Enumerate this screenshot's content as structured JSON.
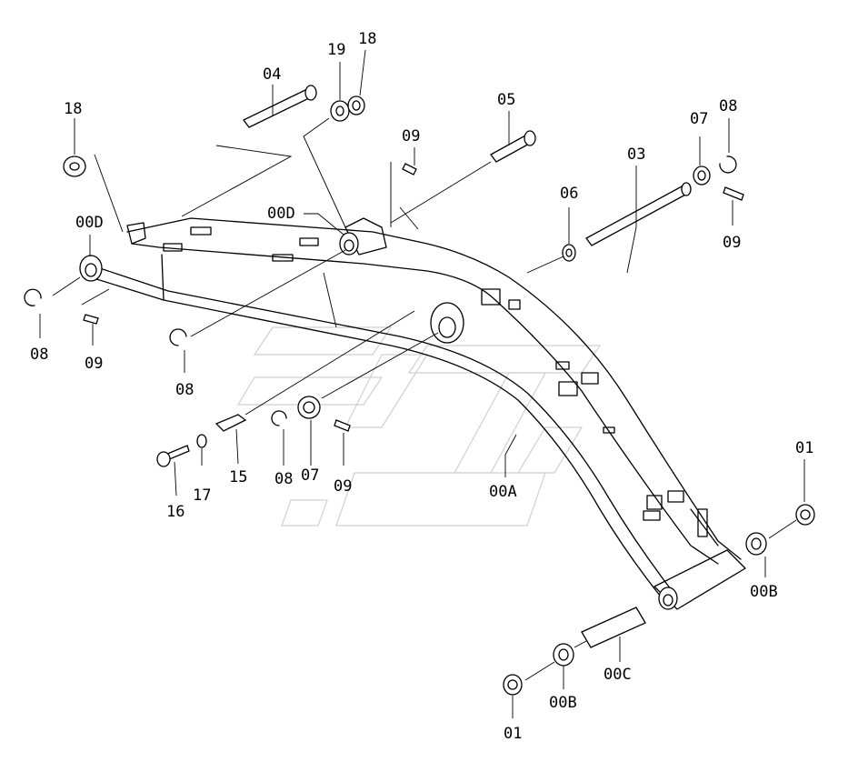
{
  "labels": {
    "p01": "01",
    "p03": "03",
    "p04": "04",
    "p05": "05",
    "p06": "06",
    "p07": "07",
    "p08": "08",
    "p09": "09",
    "p15": "15",
    "p16": "16",
    "p17": "17",
    "p18": "18",
    "p19": "19",
    "p00A": "00A",
    "p00B": "00B",
    "p00C": "00C",
    "p00D": "00D"
  }
}
